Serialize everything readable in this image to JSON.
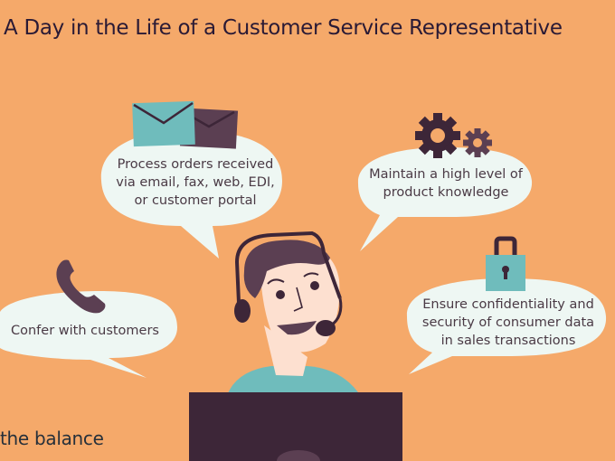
{
  "title": "A Day in the Life of a Customer Service Representative",
  "bubbles": {
    "orders": {
      "line1": "Process orders received",
      "line2": "via email, fax, web, EDI,",
      "line3": "or customer portal",
      "icon": "envelope-icon"
    },
    "knowledge": {
      "line1": "Maintain a high level of",
      "line2": "product knowledge",
      "icon": "gears-icon"
    },
    "security": {
      "line1": "Ensure confidentiality and",
      "line2": "security of consumer data",
      "line3": "in sales transactions",
      "icon": "padlock-icon"
    },
    "confer": {
      "line1": "Confer with customers",
      "icon": "phone-icon"
    }
  },
  "brand": "the balance",
  "colors": {
    "background": "#f5a96a",
    "bubble": "#eef7f3",
    "teal": "#6fbcbc",
    "dark": "#3d2638",
    "skin": "#fde0d0"
  }
}
